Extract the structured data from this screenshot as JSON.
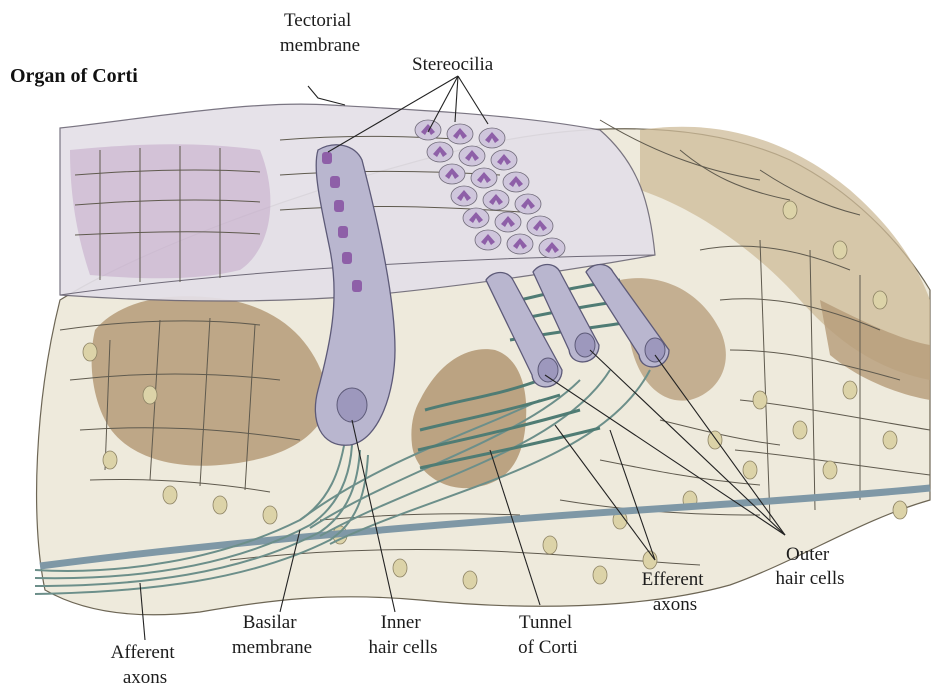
{
  "title": "Organ of Corti",
  "labels": {
    "tectorial_membrane": [
      "Tectorial",
      "membrane"
    ],
    "stereocilia": "Stereocilia",
    "outer_hair_cells": [
      "Outer",
      "hair cells"
    ],
    "efferent_axons": [
      "Efferent",
      "axons"
    ],
    "tunnel_of_corti": [
      "Tunnel",
      "of Corti"
    ],
    "inner_hair_cells": [
      "Inner",
      "hair cells"
    ],
    "basilar_membrane": [
      "Basilar",
      "membrane"
    ],
    "afferent_axons": [
      "Afferent",
      "axons"
    ]
  },
  "colors": {
    "tectorial_membrane": "#e4e0e8",
    "hair_cell": "#b9b6cf",
    "stereocilia": "#8e5fa8",
    "support_cell": "#eeeadc",
    "brown_tissue": "#b59b78",
    "axon": "#6c8f8a",
    "basilar_membrane": "#7f98a6"
  }
}
